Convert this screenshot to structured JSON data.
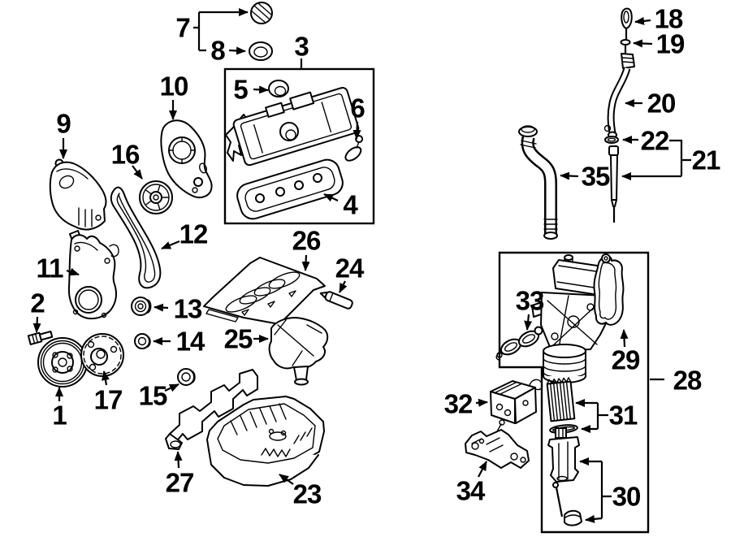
{
  "page": {
    "background_color": "#ffffff",
    "line_color": "#000000",
    "description": "Exploded engine parts diagram with numbered callouts"
  },
  "callouts": {
    "c1": "1",
    "c2": "2",
    "c3": "3",
    "c4": "4",
    "c5": "5",
    "c6": "6",
    "c7": "7",
    "c8": "8",
    "c9": "9",
    "c10": "10",
    "c11": "11",
    "c12": "12",
    "c13": "13",
    "c14": "14",
    "c15": "15",
    "c16": "16",
    "c17": "17",
    "c18": "18",
    "c19": "19",
    "c20": "20",
    "c21": "21",
    "c22": "22",
    "c23": "23",
    "c24": "24",
    "c25": "25",
    "c26": "26",
    "c27": "27",
    "c28": "28",
    "c29": "29",
    "c30": "30",
    "c31": "31",
    "c32": "32",
    "c33": "33",
    "c34": "34",
    "c35": "35"
  }
}
